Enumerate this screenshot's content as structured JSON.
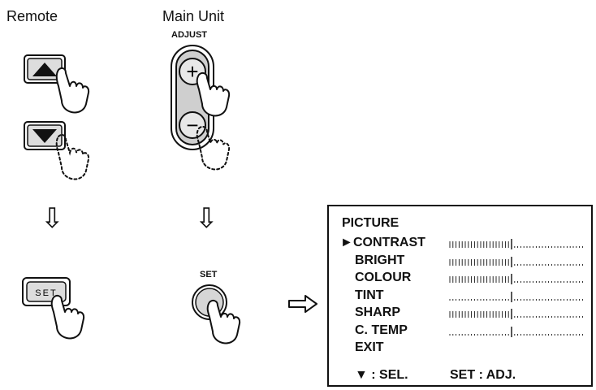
{
  "columns": {
    "remote": "Remote",
    "main_unit": "Main Unit"
  },
  "labels": {
    "adjust": "ADJUST",
    "set_button_remote": "SET",
    "set_button_main": "SET"
  },
  "adjust_signs": {
    "plus": "+",
    "minus": "−"
  },
  "arrow_glyph": "⇩",
  "menu": {
    "title": "PICTURE",
    "selector": "►",
    "items": [
      {
        "label": "CONTRAST",
        "bar": "full"
      },
      {
        "label": "BRIGHT",
        "bar": "full"
      },
      {
        "label": "COLOUR",
        "bar": "full"
      },
      {
        "label": "TINT",
        "bar": "dotted"
      },
      {
        "label": "SHARP",
        "bar": "full"
      },
      {
        "label": "C. TEMP",
        "bar": "dotted"
      },
      {
        "label": "EXIT",
        "bar": "none"
      }
    ],
    "footer_left": "▼ : SEL.",
    "footer_right": "SET : ADJ."
  },
  "icons": {
    "remote_up": "remote-up-button-icon",
    "remote_down": "remote-down-button-icon",
    "hand": "pointing-hand-icon",
    "arrow_right": "arrow-right-icon"
  }
}
